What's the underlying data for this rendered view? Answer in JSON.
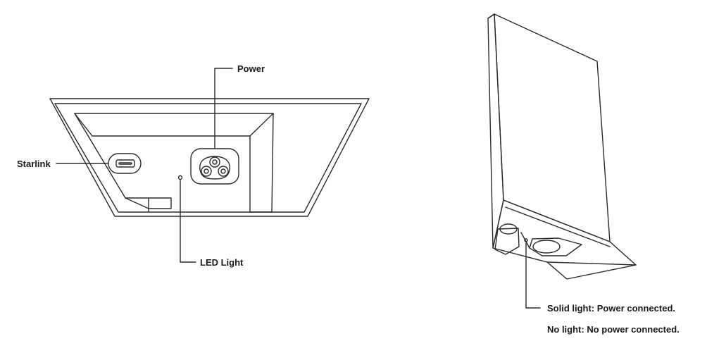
{
  "labels": {
    "power": "Power",
    "starlink": "Starlink",
    "led_light": "LED Light",
    "solid_light": "Solid light: Power connected.",
    "no_light": "No light: No power connected."
  }
}
